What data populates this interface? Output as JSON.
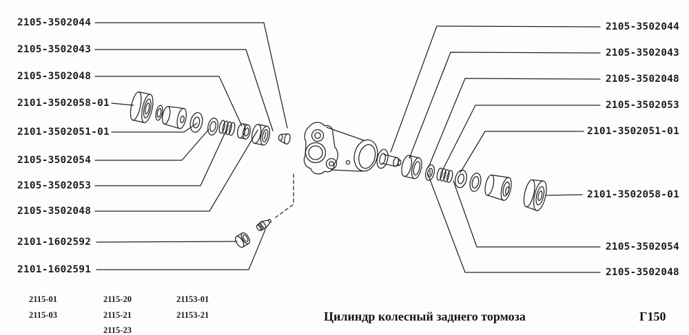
{
  "caption": "Цилиндр колесный заднего тормоза",
  "page_code": "Г150",
  "left_labels": [
    "2105-3502044",
    "2105-3502043",
    "2105-3502048",
    "2101-3502058-01",
    "2101-3502051-01",
    "2105-3502054",
    "2105-3502053",
    "2105-3502048",
    "2101-1602592",
    "2101-1602591"
  ],
  "right_labels": [
    "2105-3502044",
    "2105-3502043",
    "2105-3502048",
    "2105-3502053",
    "2101-3502051-01",
    "2101-3502058-01",
    "2105-3502054",
    "2105-3502048"
  ],
  "model_columns": [
    [
      "2115-01",
      "2115-03"
    ],
    [
      "2115-20",
      "2115-21",
      "2115-23"
    ],
    [
      "21153-01",
      "21153-21"
    ]
  ],
  "colors": {
    "ink": "#1d1d1d",
    "paper": "#fdfdfd"
  }
}
